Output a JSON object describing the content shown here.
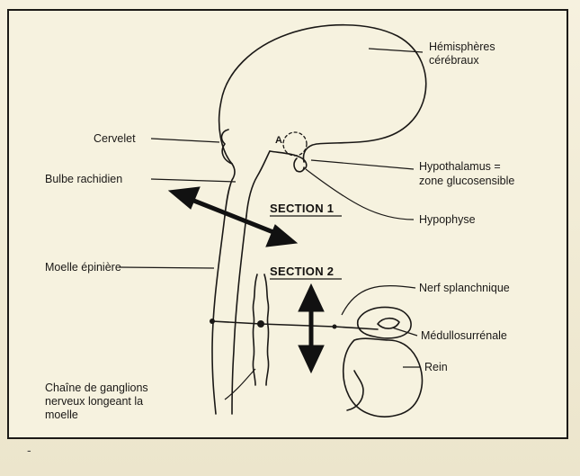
{
  "labels": {
    "hemispheres": [
      "Hémisphères",
      "cérébraux"
    ],
    "cervelet": "Cervelet",
    "bulbe": "Bulbe rachidien",
    "hypothalamus": [
      "Hypothalamus =",
      "zone glucosensible"
    ],
    "hypophyse": "Hypophyse",
    "moelle": "Moelle épinière",
    "nerf": "Nerf splanchnique",
    "medullo": "Médullosurrénale",
    "rein": "Rein",
    "chaine": [
      "Chaîne de ganglions",
      "nerveux longeant la",
      "moelle"
    ]
  },
  "sections": {
    "one": "SECTION 1",
    "two": "SECTION 2"
  },
  "marker_a": "A",
  "footer_mark": "-",
  "colors": {
    "ink": "#1a1816",
    "paper": "#f6f2df"
  }
}
